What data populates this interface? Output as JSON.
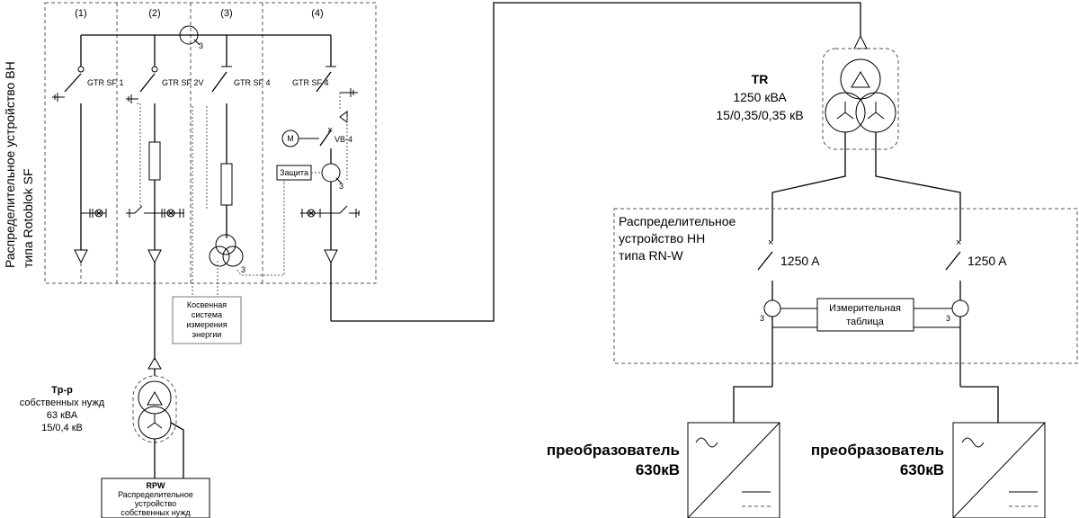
{
  "hv_switchgear": {
    "title_line1": "Распределительное устройство ВН",
    "title_line2": "типа  Rotoblok SF",
    "bays": [
      {
        "number": "(1)",
        "breaker": "GTR SF 1"
      },
      {
        "number": "(2)",
        "breaker": "GTR SF 2V"
      },
      {
        "number": "(3)",
        "breaker": "GTR SF 4"
      },
      {
        "number": "(4)",
        "breaker": "GTR SF 4"
      }
    ],
    "motor_label": "M",
    "vacuum_breaker": "VB-4",
    "protection_label": "Защита",
    "ct_ratio": "3"
  },
  "metering": {
    "line1": "Косвенная",
    "line2": "система",
    "line3": "измерения",
    "line4": "энергии"
  },
  "aux_transformer": {
    "name": "Tp-p",
    "desc": "собственных нужд",
    "power": "63 кВА",
    "voltage": "15/0,4 кВ"
  },
  "rpw": {
    "name": "RPW",
    "line1": "Распределительное",
    "line2": "устройство",
    "line3": "собственных нужд"
  },
  "main_transformer": {
    "name": "TR",
    "power": "1250 кВА",
    "voltage": "15/0,35/0,35 кВ"
  },
  "lv_switchgear": {
    "line1": "Распределительное",
    "line2": "устройство НН",
    "line3": "типа RN-W",
    "breaker_left": "1250 A",
    "breaker_right": "1250 A",
    "meter_line1": "Измерительная",
    "meter_line2": "таблица"
  },
  "inverters": [
    {
      "line1": "преобразователь",
      "line2": "630кВ"
    },
    {
      "line1": "преобразователь",
      "line2": "630кВ"
    }
  ]
}
